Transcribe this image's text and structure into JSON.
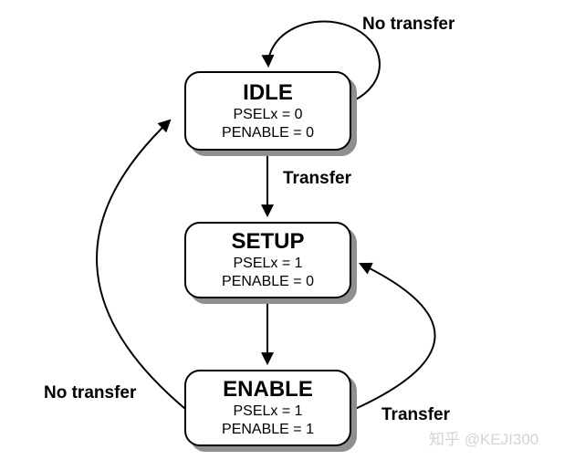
{
  "diagram": {
    "kind": "state-machine",
    "description_visible": false
  },
  "states": [
    {
      "name": "IDLE",
      "lines": [
        "PSELx = 0",
        "PENABLE = 0"
      ]
    },
    {
      "name": "SETUP",
      "lines": [
        "PSELx = 1",
        "PENABLE = 0"
      ]
    },
    {
      "name": "ENABLE",
      "lines": [
        "PSELx = 1",
        "PENABLE = 1"
      ]
    }
  ],
  "transitions": [
    {
      "from": "IDLE",
      "to": "IDLE",
      "label": "No transfer"
    },
    {
      "from": "IDLE",
      "to": "SETUP",
      "label": "Transfer"
    },
    {
      "from": "SETUP",
      "to": "ENABLE",
      "label": ""
    },
    {
      "from": "ENABLE",
      "to": "SETUP",
      "label": "Transfer"
    },
    {
      "from": "ENABLE",
      "to": "IDLE",
      "label": "No transfer"
    }
  ],
  "watermark": "知乎 @KEJI300",
  "colors": {
    "background": "#ffffff",
    "stroke": "#000000",
    "box_fill": "#ffffff",
    "box_border": "#000000",
    "shadow": "#8f8f8f",
    "watermark": "#d4d4d4"
  }
}
